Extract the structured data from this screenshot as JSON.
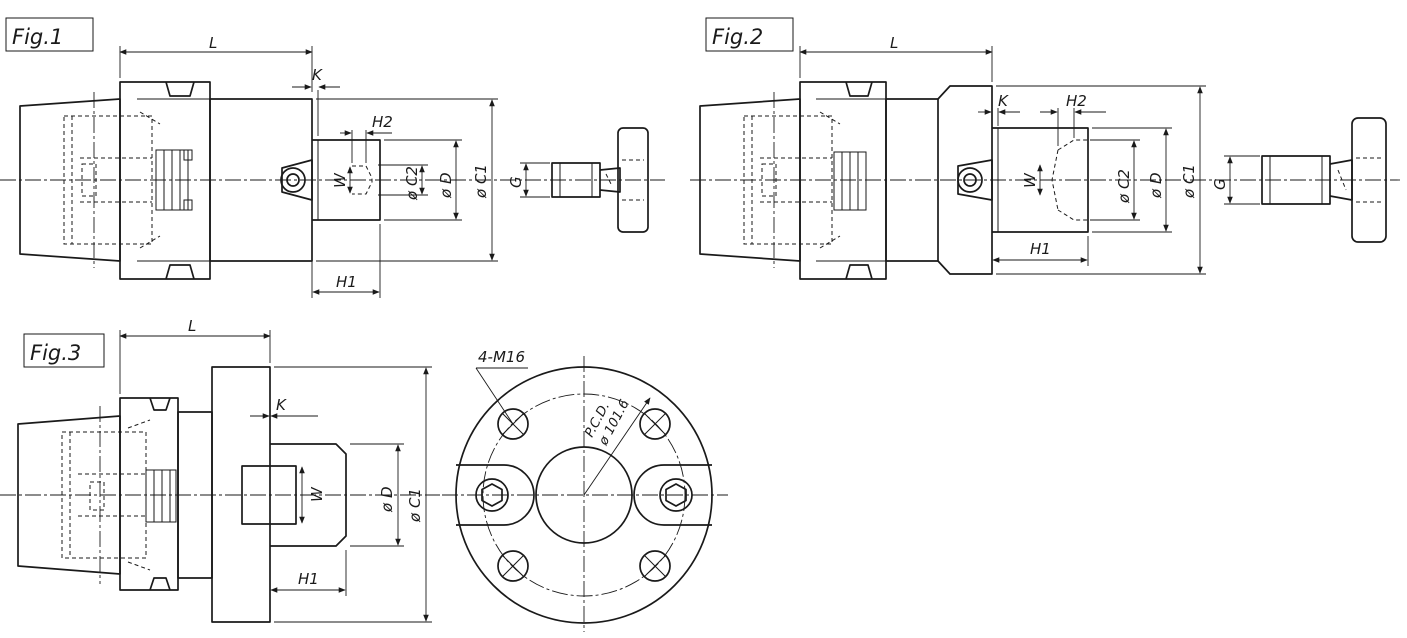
{
  "figures": {
    "fig1": {
      "caption": "Fig.1",
      "dims": {
        "L": "L",
        "K": "K",
        "H2": "H2",
        "W": "W",
        "C2": "ø C2",
        "D": "ø D",
        "C1": "ø C1",
        "G": "G",
        "H1": "H1"
      }
    },
    "fig2": {
      "caption": "Fig.2",
      "dims": {
        "L": "L",
        "K": "K",
        "H2": "H2",
        "W": "W",
        "C2": "ø C2",
        "D": "ø D",
        "C1": "ø C1",
        "G": "G",
        "H1": "H1"
      }
    },
    "fig3": {
      "caption": "Fig.3",
      "dims": {
        "L": "L",
        "K": "K",
        "W": "W",
        "D": "ø D",
        "C1": "ø C1",
        "H1": "H1"
      },
      "end_view": {
        "holes_label": "4-M16",
        "pcd_label": "P.C.D.",
        "pcd_value": "ø 101.6"
      }
    }
  },
  "palette": {
    "ink": "#1a1a1a",
    "paper": "#ffffff"
  }
}
